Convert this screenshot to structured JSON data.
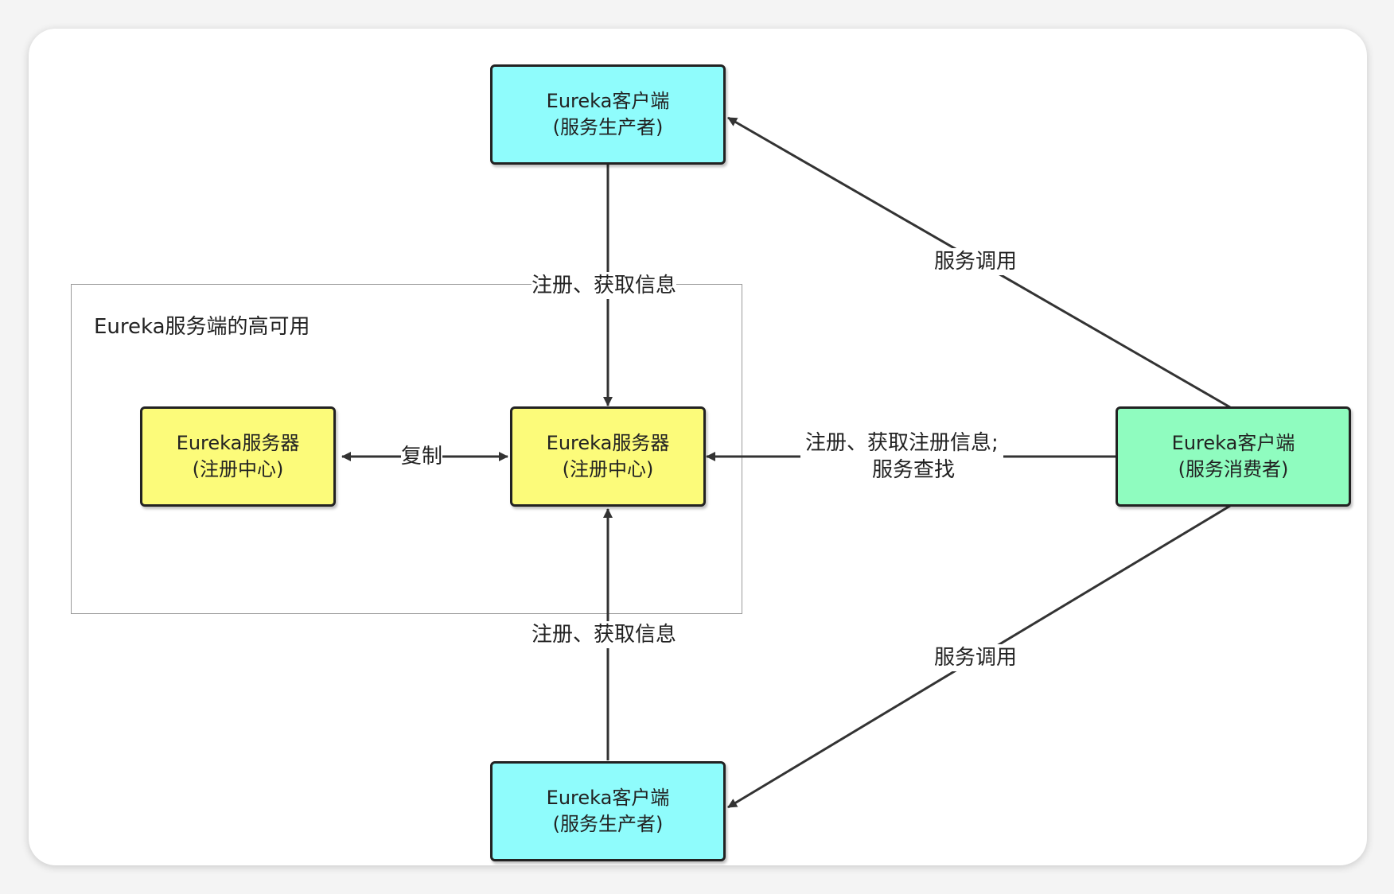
{
  "group": {
    "title": "Eureka服务端的高可用"
  },
  "nodes": {
    "producer_top": {
      "line1": "Eureka客户端",
      "line2": "(服务生产者)"
    },
    "server_left": {
      "line1": "Eureka服务器",
      "line2": "(注册中心)"
    },
    "server_center": {
      "line1": "Eureka服务器",
      "line2": "(注册中心)"
    },
    "consumer": {
      "line1": "Eureka客户端",
      "line2": "(服务消费者)"
    },
    "producer_bottom": {
      "line1": "Eureka客户端",
      "line2": "(服务生产者)"
    }
  },
  "edges": {
    "top_register": "注册、获取信息",
    "bottom_register": "注册、获取信息",
    "replicate": "复制",
    "consumer_register_line1": "注册、获取注册信息;",
    "consumer_register_line2": "服务查找",
    "invoke_top": "服务调用",
    "invoke_bottom": "服务调用"
  },
  "colors": {
    "producer": "#8ffcfc",
    "server": "#fcfb7a",
    "consumer": "#8ffcbf",
    "edge": "#333333"
  }
}
